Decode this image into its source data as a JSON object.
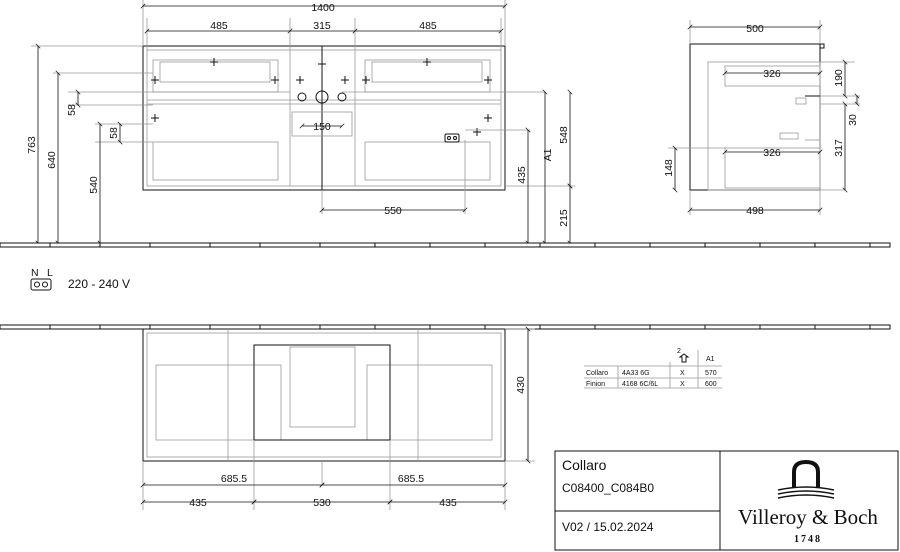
{
  "front_view": {
    "total_width": "1400",
    "left_drawer_width": "485",
    "center_width": "315",
    "right_drawer_width": "485",
    "basin_spacing": "150",
    "inner_height_top": "58",
    "inner_height_lower": "58",
    "overall_height": "763",
    "height_640": "640",
    "height_540": "540",
    "outlet_offset": "550",
    "outlet_height": "435",
    "a1_label": "A1",
    "height_548": "548",
    "floor_gap": "215"
  },
  "side_view": {
    "depth_top": "500",
    "inner_depth_upper": "326",
    "height_190": "190",
    "height_30": "30",
    "inner_depth_lower": "326",
    "height_317": "317",
    "height_148": "148",
    "depth_bottom": "498"
  },
  "electrical": {
    "n_label": "N",
    "l_label": "L",
    "voltage": "220 - 240 V"
  },
  "top_view": {
    "depth": "430",
    "left_offset": "685.5",
    "right_offset": "685.5",
    "left_width": "435",
    "center_width": "530",
    "right_width": "435"
  },
  "options_table": {
    "header_icon_label": "2",
    "header_a1": "A1",
    "rows": [
      {
        "name": "Collaro",
        "code": "4A33 6G",
        "mark": "X",
        "a1": "570"
      },
      {
        "name": "Finion",
        "code": "4168 6C/6L",
        "mark": "X",
        "a1": "600"
      }
    ]
  },
  "title_block": {
    "product_name": "Collaro",
    "article_numbers": "C08400_C084B0",
    "version": "V02 / 15.02.2024",
    "brand_name": "Villeroy & Boch",
    "brand_year": "1748"
  }
}
